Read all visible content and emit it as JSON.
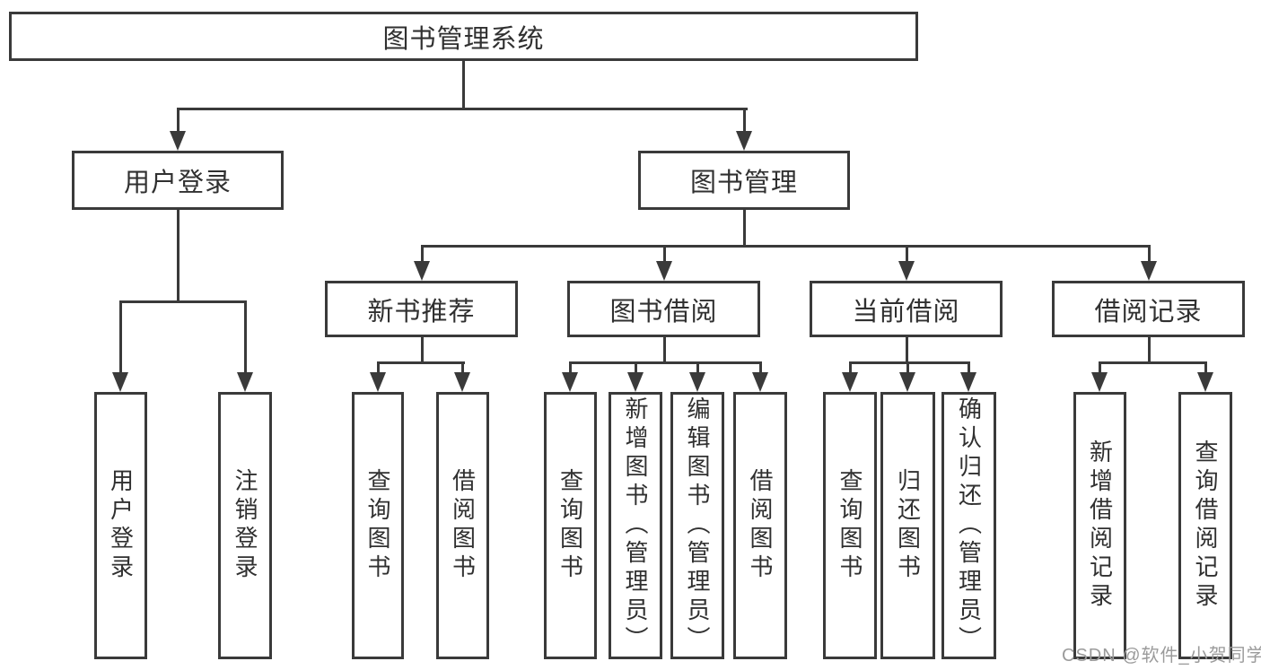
{
  "diagram": {
    "root": {
      "label": "图书管理系统"
    },
    "branches": [
      {
        "label": "用户登录",
        "leaves": [
          {
            "label": "用户登录"
          },
          {
            "label": "注销登录"
          }
        ]
      },
      {
        "label": "图书管理",
        "groups": [
          {
            "label": "新书推荐",
            "leaves": [
              {
                "label": "查询图书"
              },
              {
                "label": "借阅图书"
              }
            ]
          },
          {
            "label": "图书借阅",
            "leaves": [
              {
                "label": "查询图书"
              },
              {
                "label": "新增图书（管理员）"
              },
              {
                "label": "编辑图书（管理员）"
              },
              {
                "label": "借阅图书"
              }
            ]
          },
          {
            "label": "当前借阅",
            "leaves": [
              {
                "label": "查询图书"
              },
              {
                "label": "归还图书"
              },
              {
                "label": "确认归还（管理员）"
              }
            ]
          },
          {
            "label": "借阅记录",
            "leaves": [
              {
                "label": "新增借阅记录"
              },
              {
                "label": "查询借阅记录"
              }
            ]
          }
        ]
      }
    ],
    "watermark": "CSDN @软件_小贺同学",
    "colors": {
      "line": "#3a3a3a",
      "text": "#303030",
      "background": "#ffffff",
      "watermark": "#9b9b9b"
    }
  }
}
